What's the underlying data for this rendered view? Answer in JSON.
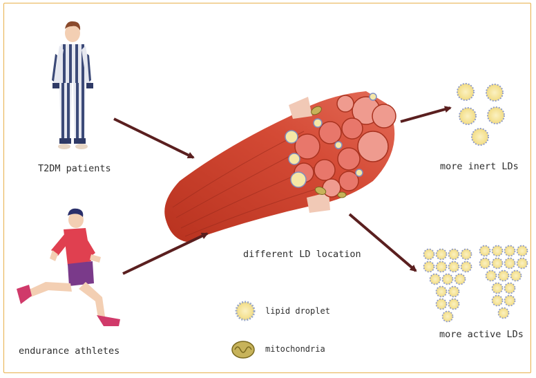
{
  "labels": {
    "t2dm": "T2DM patients",
    "athletes": "endurance athletes",
    "location": "different LD location",
    "inert": "more inert LDs",
    "active": "more active LDs"
  },
  "legend": {
    "lipid": "lipid droplet",
    "mito": "mitochondria"
  },
  "colors": {
    "frame": "#e8b04a",
    "muscle": "#c9422e",
    "muscle_light": "#e8776b",
    "arrow": "#5a1f1f",
    "lipid_fill": "#f6e7a6",
    "lipid_ring": "#9aa8c8",
    "mito": "#b7a24a"
  }
}
